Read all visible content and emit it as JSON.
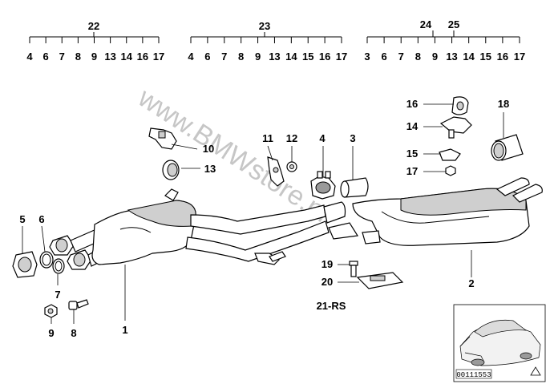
{
  "groups": [
    {
      "header": "22",
      "items": [
        "4",
        "6",
        "7",
        "8",
        "9",
        "13",
        "14",
        "16",
        "17"
      ]
    },
    {
      "header": "23",
      "items": [
        "4",
        "6",
        "7",
        "8",
        "9",
        "13",
        "14",
        "15",
        "16",
        "17"
      ]
    },
    {
      "header": "24",
      "header2": "25",
      "items": [
        "3",
        "6",
        "7",
        "8",
        "9",
        "13",
        "14",
        "15",
        "16",
        "17"
      ]
    }
  ],
  "labels": {
    "p1": "1",
    "p2": "2",
    "p3": "3",
    "p4": "4",
    "p5": "5",
    "p6": "6",
    "p7": "7",
    "p8": "8",
    "p9": "9",
    "p10": "10",
    "p11": "11",
    "p12": "12",
    "p13": "13",
    "p14": "14",
    "p15": "15",
    "p16": "16",
    "p17": "17",
    "p18": "18",
    "p19": "19",
    "p20": "20",
    "p21": "21-RS"
  },
  "watermark": "www.BMWstore.nl",
  "inset": {
    "ref": "00111553"
  }
}
